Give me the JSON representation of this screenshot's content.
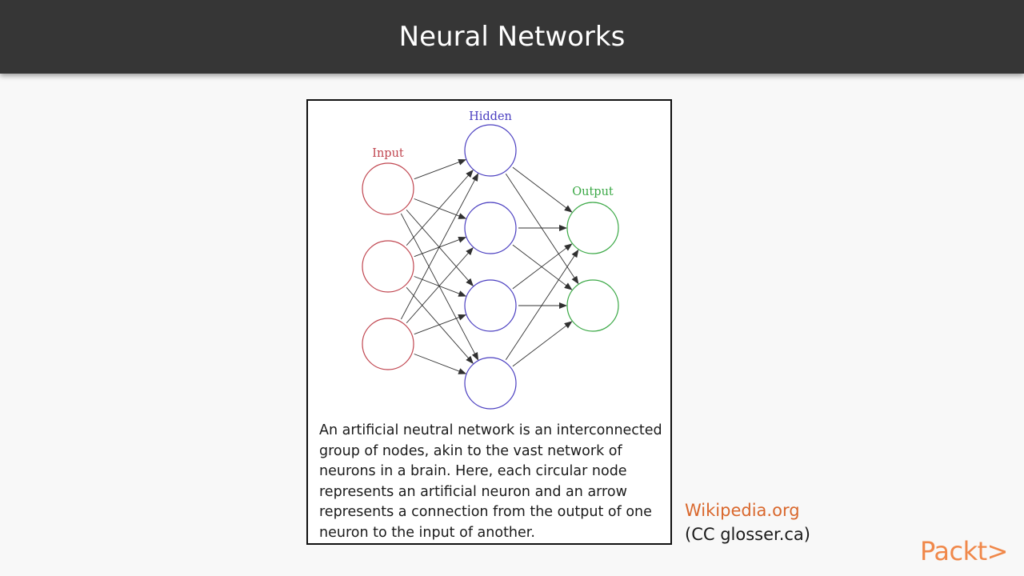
{
  "slide": {
    "title": "Neural Networks"
  },
  "diagram": {
    "layers": [
      {
        "label": "Input",
        "color": "#c0454f",
        "nodes": 3
      },
      {
        "label": "Hidden",
        "color": "#4a3ec0",
        "nodes": 4
      },
      {
        "label": "Output",
        "color": "#3aa845",
        "nodes": 2
      }
    ],
    "edge_color": "#303030",
    "caption": "An artificial neutral network is an interconnected group of nodes, akin to the vast network of neurons in a brain. Here, each circular node represents an artificial neuron and an arrow represents a connection from the output of one neuron to the input of another."
  },
  "source": {
    "link_text": "Wikipedia.org",
    "license_text": "(CC glosser.ca)",
    "link_color": "#d9672c"
  },
  "brand": {
    "logo_text": "Packt>",
    "color": "#f0884a"
  }
}
